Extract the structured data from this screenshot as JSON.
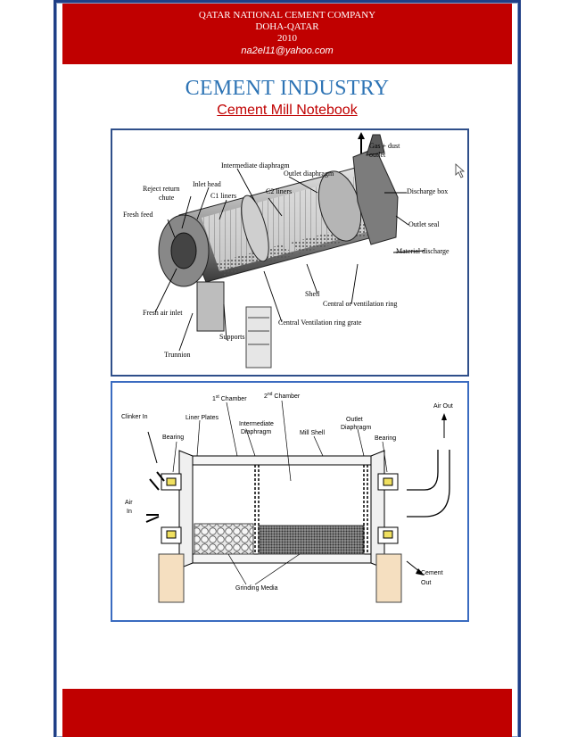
{
  "header": {
    "company": "QATAR NATIONAL CEMENT COMPANY",
    "location": "DOHA-QATAR",
    "year": "2010",
    "email": "na2el11@yahoo.com"
  },
  "title": "CEMENT INDUSTRY",
  "subtitle": "Cement Mill Notebook",
  "figure1": {
    "labels": {
      "gas_dust": "Gas + dust",
      "outlet": "outlet",
      "intermediate_diaphragm": "Intermediate diaphragm",
      "outlet_diaphragm": "Outlet diaphragm",
      "reject_return": "Reject return",
      "chute": "chute",
      "inlet_head": "Inlet head",
      "c1_liners": "C1 liners",
      "c2_liners": "C2 liners",
      "discharge_box": "Discharge box",
      "fresh_feed": "Fresh feed",
      "outlet_seal": "Outlet seal",
      "material_discharge": "Material discharge",
      "shell": "Shell",
      "central_ventilation": "Central or ventilation ring",
      "fresh_air_inlet": "Fresh air inlet",
      "central_ventilation_grate": "Central Ventilation ring grate",
      "supports": "Supports",
      "trunnion": "Trunnion"
    }
  },
  "figure2": {
    "labels": {
      "first_chamber_num": "1",
      "first_chamber_sup": "st",
      "first_chamber": " Chamber",
      "second_chamber_num": "2",
      "second_chamber_sup": "nd",
      "second_chamber": " Chamber",
      "air_out": "Air Out",
      "clinker_in": "Clinker In",
      "liner_plates": "Liner Plates",
      "intermediate": "Intermediate",
      "diaphragm": "Diaphragm",
      "outlet": "Outlet",
      "diaphragm2": "Diaphragm",
      "mill_shell": "Mill Shell",
      "bearing_left": "Bearing",
      "bearing_right": "Bearing",
      "air": "Air",
      "in": "In",
      "cement": "Cement",
      "out": "Out",
      "grinding_media": "Grinding Media"
    }
  }
}
